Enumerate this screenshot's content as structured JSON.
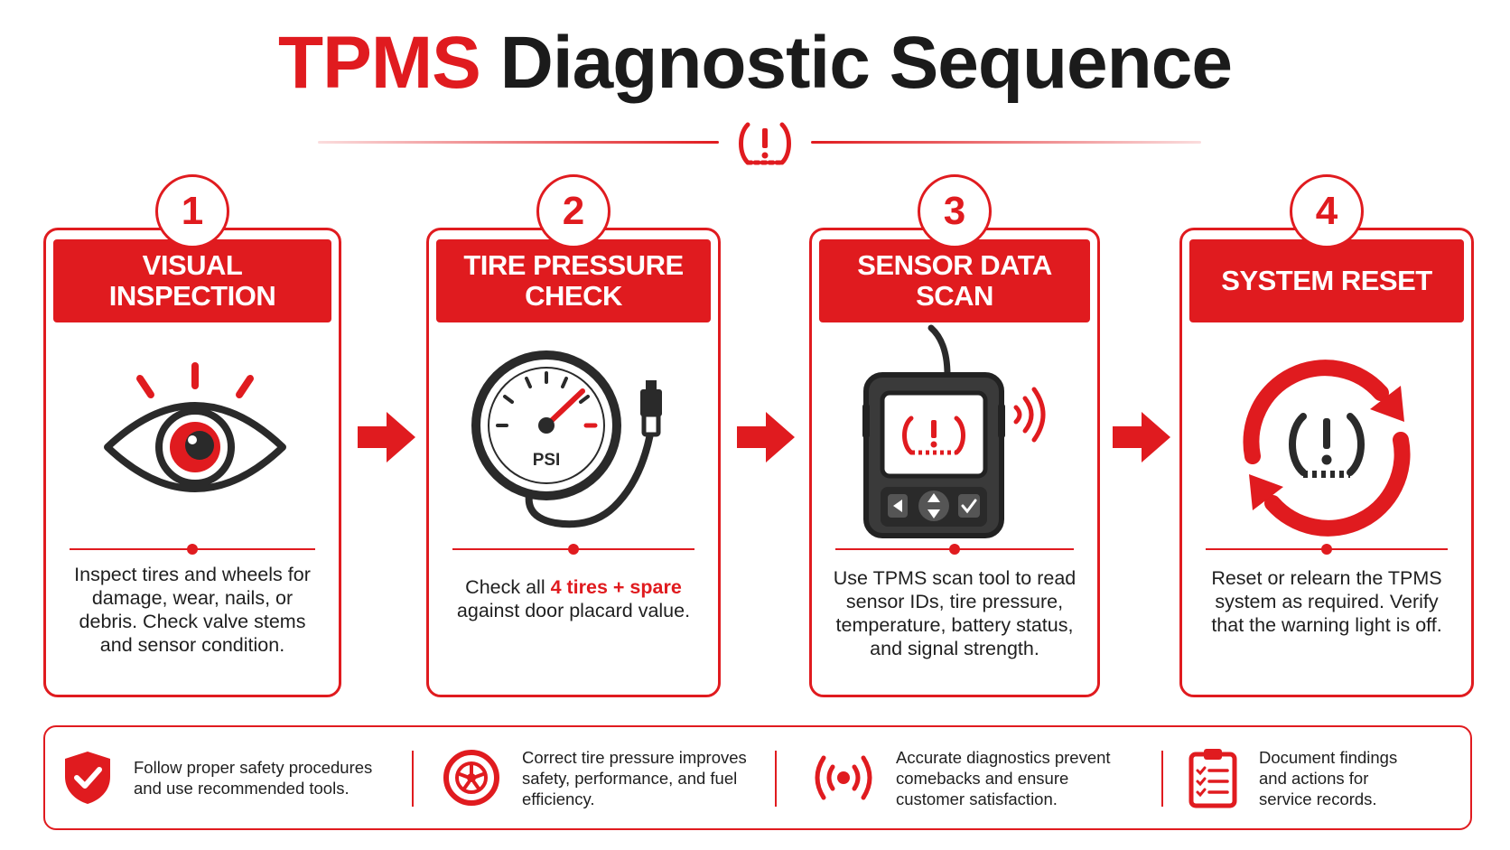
{
  "title": {
    "part1": "TPMS",
    "part2": "Diagnostic Sequence"
  },
  "colors": {
    "accent": "#e01b1f",
    "dark": "#1b1b1b",
    "icon_dark": "#2a2a2a"
  },
  "steps": [
    {
      "number": "1",
      "title": "VISUAL INSPECTION",
      "icon": "eye-icon",
      "text": "Inspect tires and wheels for damage, wear, nails, or debris. Check valve stems and sensor condition."
    },
    {
      "number": "2",
      "title": "TIRE PRESSURE CHECK",
      "icon": "pressure-gauge-icon",
      "text_before": "Check all ",
      "text_highlight": "4 tires + spare",
      "text_after": " against door placard value.",
      "gauge_label": "PSI"
    },
    {
      "number": "3",
      "title": "SENSOR DATA SCAN",
      "icon": "tpms-scan-tool-icon",
      "text": "Use TPMS scan tool to read sensor IDs, tire pressure, temperature, battery status, and signal strength."
    },
    {
      "number": "4",
      "title": "SYSTEM RESET",
      "icon": "reset-cycle-icon",
      "text": "Reset or relearn the TPMS system as required. Verify that the warning light is off."
    }
  ],
  "footer": [
    {
      "icon": "shield-check-icon",
      "text": "Follow proper safety procedures and use recommended tools."
    },
    {
      "icon": "tire-wheel-icon",
      "text": "Correct tire pressure improves safety, performance, and fuel efficiency."
    },
    {
      "icon": "signal-broadcast-icon",
      "text": "Accurate diagnostics prevent comebacks and ensure customer satisfaction."
    },
    {
      "icon": "clipboard-checklist-icon",
      "text": "Document findings and actions for service records."
    }
  ]
}
